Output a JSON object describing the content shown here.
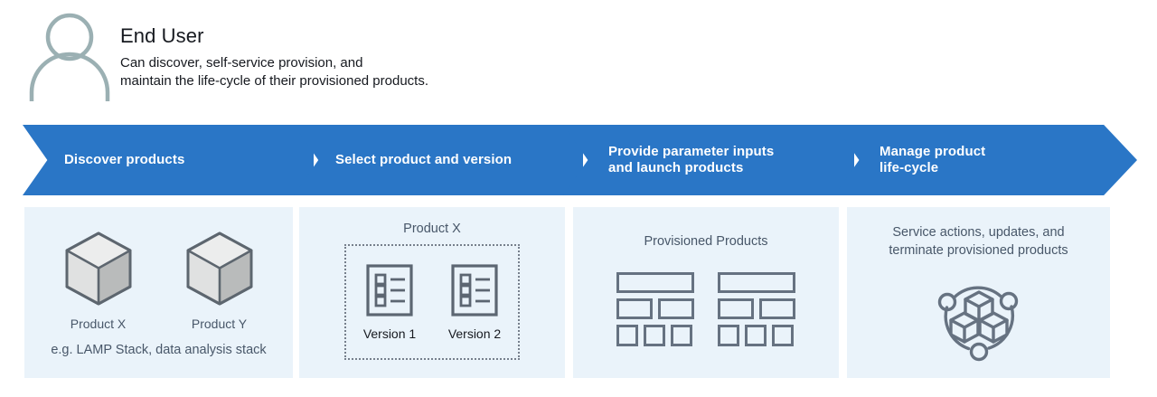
{
  "persona": {
    "icon": "user-avatar-icon",
    "title": "End User",
    "description": "Can discover, self-service provision, and\nmaintain the life-cycle of their provisioned products."
  },
  "banner": {
    "steps": [
      {
        "label": "Discover products"
      },
      {
        "label": "Select product and version"
      },
      {
        "label": "Provide parameter inputs\nand launch products"
      },
      {
        "label": "Manage product\nlife-cycle"
      }
    ]
  },
  "panels": [
    {
      "id": "discover",
      "products": [
        {
          "label": "Product X",
          "icon": "cube-icon"
        },
        {
          "label": "Product Y",
          "icon": "cube-icon"
        }
      ],
      "note": "e.g. LAMP Stack, data analysis stack"
    },
    {
      "id": "select",
      "title": "Product X",
      "versions": [
        {
          "label": "Version 1",
          "icon": "list-document-icon"
        },
        {
          "label": "Version 2",
          "icon": "list-document-icon"
        }
      ]
    },
    {
      "id": "launch",
      "title": "Provisioned Products",
      "stacks": [
        {
          "icon": "stack-blocks-icon"
        },
        {
          "icon": "stack-blocks-icon"
        }
      ]
    },
    {
      "id": "manage",
      "caption": "Service actions, updates, and\nterminate provisioned products",
      "icon": "lifecycle-cubes-icon"
    }
  ],
  "colors": {
    "banner_blue": "#2a76c6",
    "panel_background": "#eaf3fa",
    "avatar_gray": "#9bb0b3",
    "icon_outline": "#667281",
    "text_primary": "#16191f",
    "text_muted": "#485769",
    "white": "#ffffff"
  }
}
